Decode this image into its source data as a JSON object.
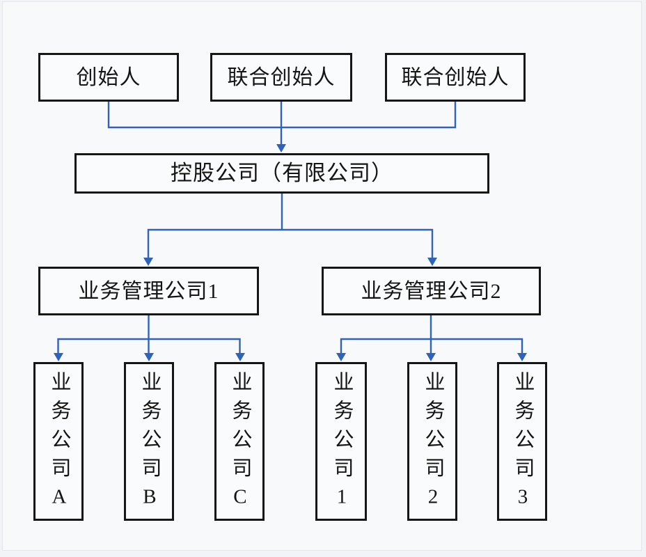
{
  "diagram": {
    "kind": "org-chart",
    "nodes": {
      "founder": {
        "label": "创始人"
      },
      "cofounder_1": {
        "label": "联合创始人"
      },
      "cofounder_2": {
        "label": "联合创始人"
      },
      "holding": {
        "label": "控股公司（有限公司）"
      },
      "mgmt_1": {
        "label": "业务管理公司1"
      },
      "mgmt_2": {
        "label": "业务管理公司2"
      },
      "sub_a": {
        "label": "业务公司A"
      },
      "sub_b": {
        "label": "业务公司B"
      },
      "sub_c": {
        "label": "业务公司C"
      },
      "sub_1": {
        "label": "业务公司1"
      },
      "sub_2": {
        "label": "业务公司2"
      },
      "sub_3": {
        "label": "业务公司3"
      }
    },
    "edges": [
      {
        "from": "founder",
        "to": "holding"
      },
      {
        "from": "cofounder_1",
        "to": "holding"
      },
      {
        "from": "cofounder_2",
        "to": "holding"
      },
      {
        "from": "holding",
        "to": "mgmt_1"
      },
      {
        "from": "holding",
        "to": "mgmt_2"
      },
      {
        "from": "mgmt_1",
        "to": "sub_a"
      },
      {
        "from": "mgmt_1",
        "to": "sub_b"
      },
      {
        "from": "mgmt_1",
        "to": "sub_c"
      },
      {
        "from": "mgmt_2",
        "to": "sub_1"
      },
      {
        "from": "mgmt_2",
        "to": "sub_2"
      },
      {
        "from": "mgmt_2",
        "to": "sub_3"
      }
    ],
    "colors": {
      "connector": "#2e63b8",
      "box_border": "#161616",
      "box_fill": "#fafbfd",
      "text": "#141414",
      "background": "#f8f9fb"
    }
  }
}
